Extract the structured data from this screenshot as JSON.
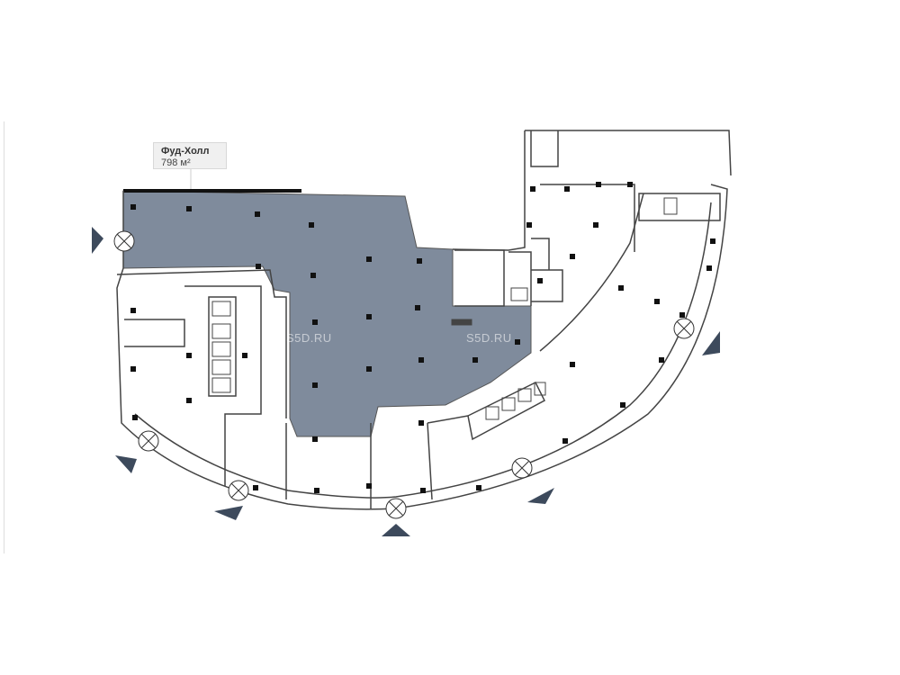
{
  "space_label": {
    "name": "Фуд-Холл",
    "area": "798 м²"
  },
  "watermarks": [
    "S5D.RU",
    "S5D.RU"
  ],
  "colors": {
    "highlight": "#7f8b9c",
    "wall": "#3a3a3a",
    "marker": "#3d4a5c"
  }
}
